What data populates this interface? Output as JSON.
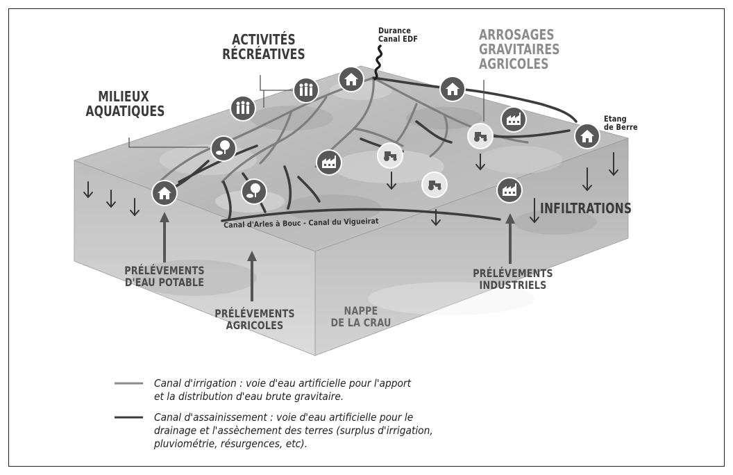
{
  "labels": {
    "milieux_aquatiques": "MILIEUX\nAQUATIQUES",
    "activites_recreatives": "ACTIVITÉS\nRÉCRÉATIVES",
    "durance": "Durance\nCanal EDF",
    "arrosages": "ARROSAGES\nGRAVITAIRES\nAGRICOLES",
    "etang": "Etang\nde Berre",
    "infiltrations": "INFILTRATIONS",
    "canal_arles": "Canal d'Arles à Bouc - Canal du Vigueirat",
    "prelevements_potable": "PRÉLÉVEMENTS\nD'EAU POTABLE",
    "prelevements_agricoles": "PRÉLÉVEMENTS\nAGRICOLES",
    "prelevements_industriels": "PRÉLÉVEMENTS\nINDUSTRIELS",
    "nappe": "NAPPE\nDE LA CRAU"
  },
  "legend": [
    {
      "text": "Canal d'irrigation : voie d'eau artificielle pour l'apport et la distribution d'eau brute gravitaire.",
      "color": "#8a8a8a"
    },
    {
      "text": "Canal d'assainissement : voie d'eau artificielle pour le drainage et l'assèchement des terres (surplus d'irrigation, pluviométrie, résurgences, etc).",
      "color": "#3a3a3a"
    }
  ],
  "icons": [
    "house-icon",
    "factory-icon",
    "tractor-icon",
    "people-icon",
    "tree-duck-icon"
  ],
  "colors": {
    "irrigation_canal": "#8a8a8a",
    "drainage_canal": "#3a3a3a",
    "block_side": "#c4c4c4",
    "top_surface": "#bdbdbd",
    "icon_circle": "#5a5a5a"
  }
}
